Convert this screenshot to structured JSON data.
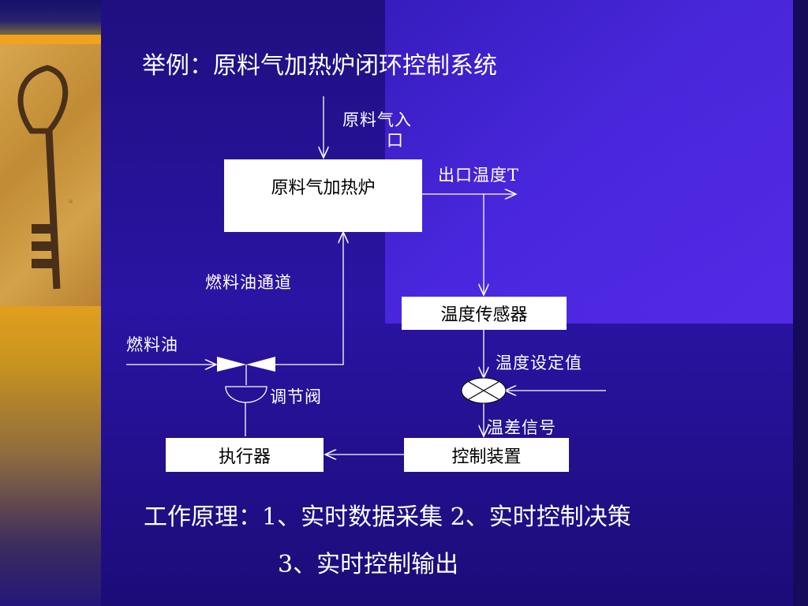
{
  "title": "举例：原料气加热炉闭环控制系统",
  "diagram": {
    "nodes": {
      "furnace": "原料气加热炉",
      "sensor": "温度传感器",
      "controller": "控制装置",
      "actuator": "执行器"
    },
    "labels": {
      "gas_inlet_line1": "原料气入",
      "gas_inlet_line2": "口",
      "outlet_temp": "出口温度T",
      "fuel_channel": "燃料油通道",
      "fuel_oil": "燃料油",
      "setpoint": "温度设定值",
      "valve": "调节阀",
      "error_signal": "温差信号"
    }
  },
  "principle": {
    "line1": "工作原理：1、实时数据采集 2、实时控制决策",
    "line2": "3、实时控制输出"
  }
}
